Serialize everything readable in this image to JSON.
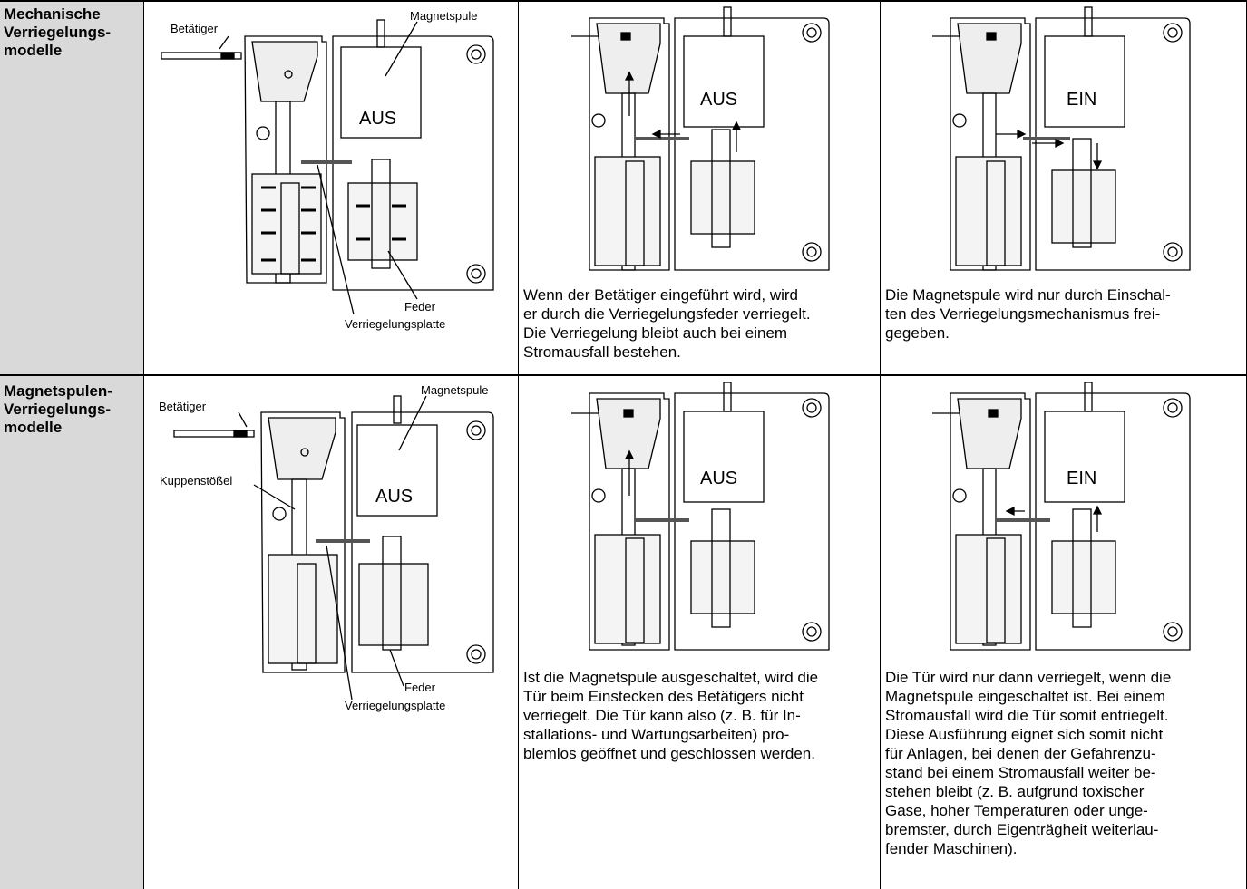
{
  "rows": [
    {
      "header": "Mechanische\nVerriegelungs-\nmodelle",
      "diagram_off": {
        "label_actuator": "Betätiger",
        "label_coil": "Magnetspule",
        "label_state": "AUS",
        "label_spring": "Feder",
        "label_plate": "Verriegelungsplatte"
      },
      "mid": {
        "state": "AUS",
        "description": "Wenn der Betätiger eingeführt wird, wird\ner durch die Verriegelungsfeder verriegelt.\nDie Verriegelung bleibt auch bei einem\nStromausfall bestehen."
      },
      "right": {
        "state": "EIN",
        "description": "Die Magnetspule wird nur durch Einschal-\nten des Verriegelungsmechanismus frei-\ngegeben."
      }
    },
    {
      "header": "Magnetspulen-\nVerriegelungs-\nmodelle",
      "diagram_off": {
        "label_actuator": "Betätiger",
        "label_coil": "Magnetspule",
        "label_state": "AUS",
        "label_plunger": "Kuppenstößel",
        "label_spring": "Feder",
        "label_plate": "Verriegelungsplatte"
      },
      "mid": {
        "state": "AUS",
        "description": "Ist die Magnetspule ausgeschaltet, wird die\nTür beim Einstecken des Betätigers nicht\nverriegelt. Die Tür kann also (z. B. für In-\nstallations- und Wartungsarbeiten) pro-\nblemlos geöffnet und geschlossen werden."
      },
      "right": {
        "state": "EIN",
        "description": "Die Tür wird nur dann verriegelt, wenn die\nMagnetspule eingeschaltet ist. Bei einem\nStromausfall wird die Tür somit entriegelt.\nDiese Ausführung eignet sich somit nicht\nfür Anlagen, bei denen der Gefahrenzu-\nstand bei einem Stromausfall weiter be-\nstehen bleibt (z. B. aufgrund toxischer\nGase, hoher Temperaturen oder unge-\nbremster, durch Eigenträgheit weiterlau-\nfender Maschinen)."
      }
    }
  ]
}
